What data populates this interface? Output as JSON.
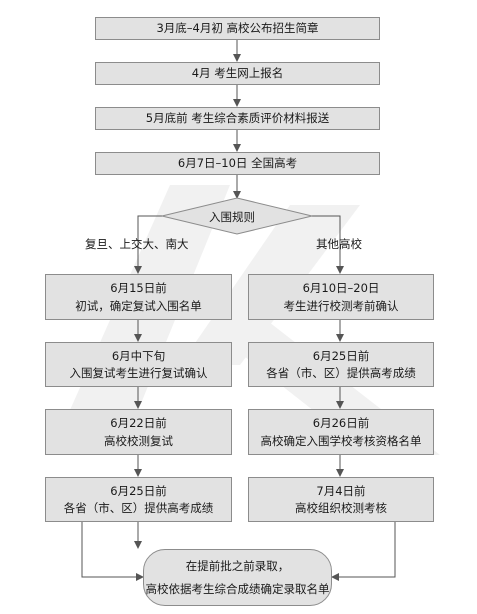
{
  "steps": {
    "s1": "3月底–4月初 高校公布招生简章",
    "s2": "4月 考生网上报名",
    "s3": "5月底前 考生综合素质评价材料报送",
    "s4": "6月7日–10日 全国高考"
  },
  "decision": {
    "label": "入围规则",
    "left_branch": "复旦、上交大、南大",
    "right_branch": "其他高校"
  },
  "left_column": [
    {
      "date": "6月15日前",
      "text": "初试，确定复试入围名单"
    },
    {
      "date": "6月中下旬",
      "text": "入围复试考生进行复试确认"
    },
    {
      "date": "6月22日前",
      "text": "高校校测复试"
    },
    {
      "date": "6月25日前",
      "text": "各省（市、区）提供高考成绩"
    }
  ],
  "right_column": [
    {
      "date": "6月10日–20日",
      "text": "考生进行校测考前确认"
    },
    {
      "date": "6月25日前",
      "text": "各省（市、区）提供高考成绩"
    },
    {
      "date": "6月26日前",
      "text": "高校确定入围学校考核资格名单"
    },
    {
      "date": "7月4日前",
      "text": "高校组织校测考核"
    }
  ],
  "final": {
    "line1": "在提前批之前录取，",
    "line2": "高校依据考生综合成绩确定录取名单"
  },
  "colors": {
    "box_fill": "#e2e2e2",
    "box_border": "#8c8c8c",
    "line": "#555555",
    "watermark": "#f1f1f1"
  }
}
